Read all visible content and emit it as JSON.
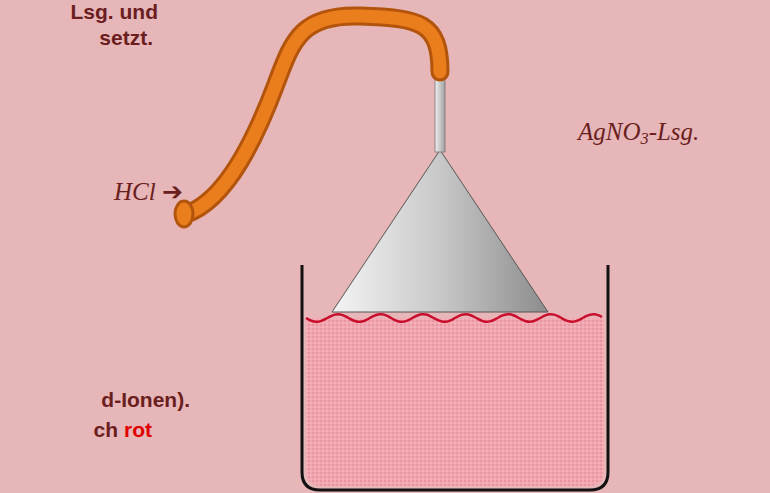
{
  "diagram": {
    "labels": [
      "Lsg. und",
      "setzt.",
      "HCl ➔",
      "AgNO3-Lsg.",
      "d-Ionen).",
      "ch",
      "rot"
    ]
  }
}
